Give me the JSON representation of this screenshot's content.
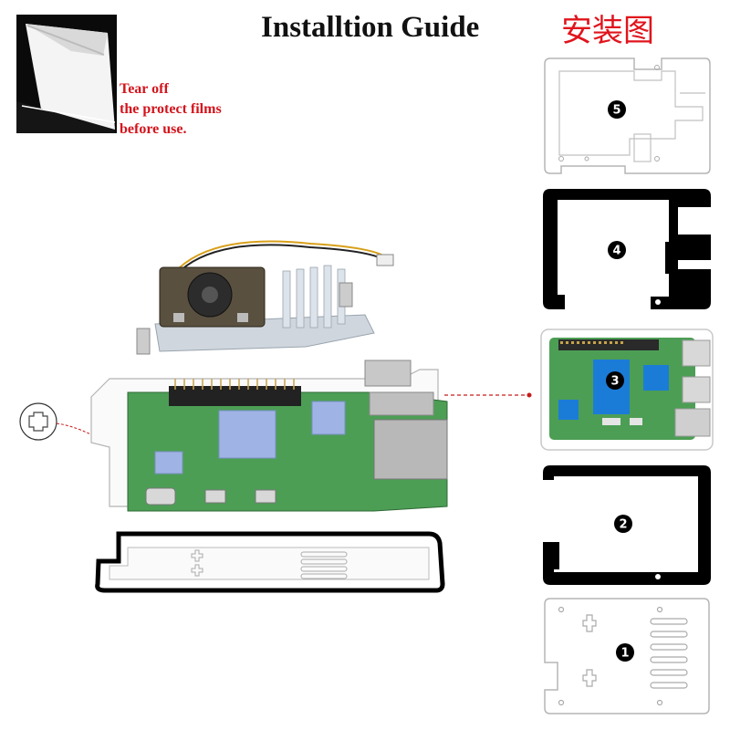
{
  "header": {
    "title": "Installtion Guide",
    "title_cn": "安装图"
  },
  "film_note": {
    "lines": [
      "Tear off",
      "the protect films",
      "before use."
    ]
  },
  "layers": [
    {
      "label": "5"
    },
    {
      "label": "4"
    },
    {
      "label": "3"
    },
    {
      "label": "2"
    },
    {
      "label": "1"
    }
  ],
  "colors": {
    "title_cn": "#e0141c",
    "note_text": "#d4141c",
    "board_green": "#4c9e55",
    "thermal_pad": "#9fb4e4",
    "black_frame": "#000000",
    "guide_line": "#c81a1a"
  }
}
